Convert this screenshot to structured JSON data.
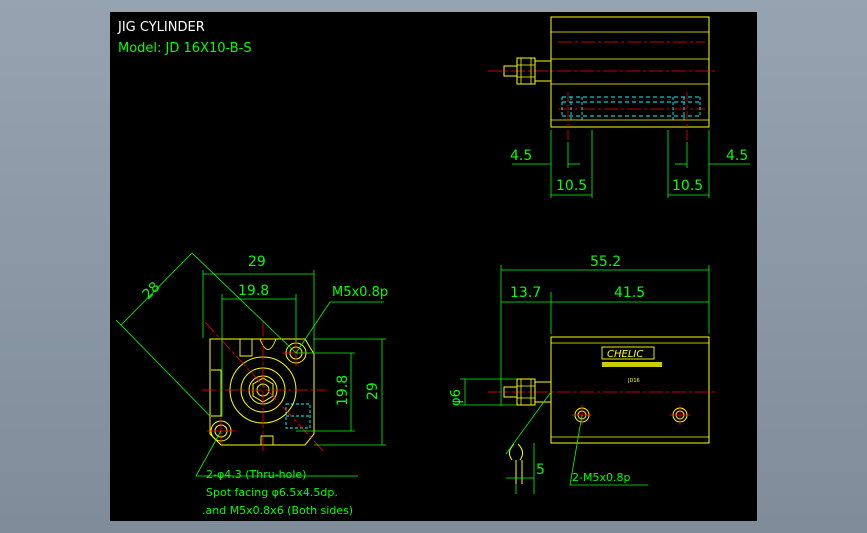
{
  "title_block": {
    "title": "JIG CYLINDER",
    "model": "Model:  JD 16X10-B-S"
  },
  "brand": {
    "logo_text": "CHELIC",
    "side_text": "JD16"
  },
  "dimensions": {
    "top_left_gap": "4.5",
    "top_right_gap": "4.5",
    "top_left_span": "10.5",
    "top_right_span": "10.5",
    "front_diag": "28",
    "front_width": "29",
    "front_inner_width": "19.8",
    "front_thread": "M5x0.8p",
    "front_inner_height": "19.8",
    "front_height": "29",
    "side_total": "55.2",
    "side_rod": "13.7",
    "side_body": "41.5",
    "rod_dia": "φ6",
    "rod_stub": "5",
    "side_ports": "2-M5x0.8p"
  },
  "notes": {
    "line1": "2-φ4.3 (Thru-hole)",
    "line2": "Spot facing φ6.5x4.5dp.",
    "line3": ".and M5x0.8x6 (Both sides)"
  },
  "colors": {
    "background": "#000000",
    "outline": "#ffff00",
    "dimension": "#00ff00",
    "centerline": "#ff0000",
    "hidden": "#00ffff",
    "text": "#ffffff"
  }
}
